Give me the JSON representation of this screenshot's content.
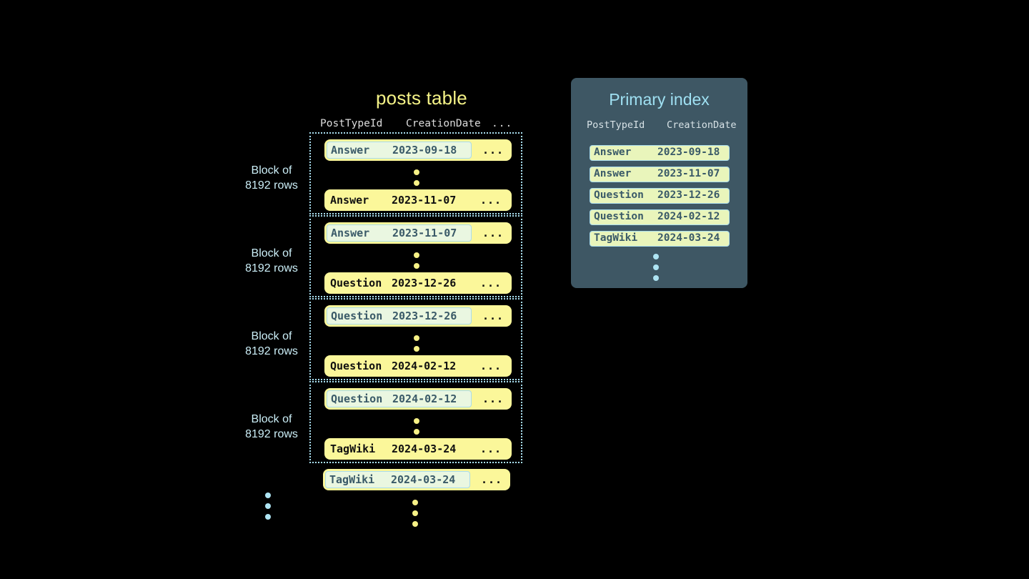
{
  "diagram": {
    "background": "#000000",
    "accent_yellow": "#f4f287",
    "accent_blue": "#a9dff0",
    "panel_bg": "#3e5764"
  },
  "posts_table": {
    "title": "posts table",
    "columns": {
      "post_type_id": "PostTypeId",
      "creation_date": "CreationDate",
      "more": "..."
    },
    "block_label": "Block of\n8192 rows",
    "block_label_line1": "Block of",
    "block_label_line2": "8192 rows",
    "blocks": [
      {
        "label_line1": "Block of",
        "label_line2": "8192 rows",
        "first_row": {
          "post_type_id": "Answer",
          "creation_date": "2023-09-18",
          "more": "...",
          "highlighted": true
        },
        "last_row": {
          "post_type_id": "Answer",
          "creation_date": "2023-11-07",
          "more": "...",
          "highlighted": false
        }
      },
      {
        "label_line1": "Block of",
        "label_line2": "8192 rows",
        "first_row": {
          "post_type_id": "Answer",
          "creation_date": "2023-11-07",
          "more": "...",
          "highlighted": true
        },
        "last_row": {
          "post_type_id": "Question",
          "creation_date": "2023-12-26",
          "more": "...",
          "highlighted": false
        }
      },
      {
        "label_line1": "Block of",
        "label_line2": "8192 rows",
        "first_row": {
          "post_type_id": "Question",
          "creation_date": "2023-12-26",
          "more": "...",
          "highlighted": true
        },
        "last_row": {
          "post_type_id": "Question",
          "creation_date": "2024-02-12",
          "more": "...",
          "highlighted": false
        }
      },
      {
        "label_line1": "Block of",
        "label_line2": "8192 rows",
        "first_row": {
          "post_type_id": "Question",
          "creation_date": "2024-02-12",
          "more": "...",
          "highlighted": true
        },
        "last_row": {
          "post_type_id": "TagWiki",
          "creation_date": "2024-03-24",
          "more": "...",
          "highlighted": false
        }
      }
    ],
    "trailing_row": {
      "post_type_id": "TagWiki",
      "creation_date": "2024-03-24",
      "more": "...",
      "highlighted": true
    }
  },
  "primary_index": {
    "title": "Primary index",
    "columns": {
      "post_type_id": "PostTypeId",
      "creation_date": "CreationDate"
    },
    "entries": [
      {
        "post_type_id": "Answer",
        "creation_date": "2023-09-18"
      },
      {
        "post_type_id": "Answer",
        "creation_date": "2023-11-07"
      },
      {
        "post_type_id": "Question",
        "creation_date": "2023-12-26"
      },
      {
        "post_type_id": "Question",
        "creation_date": "2024-02-12"
      },
      {
        "post_type_id": "TagWiki",
        "creation_date": "2024-03-24"
      }
    ]
  }
}
